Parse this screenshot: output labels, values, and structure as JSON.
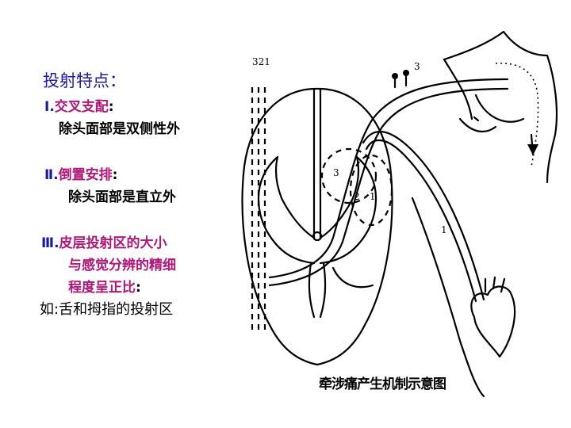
{
  "colors": {
    "title": "#1a1aa8",
    "roman": "#1a1aa8",
    "heading": "#b0157a",
    "body": "#000000"
  },
  "text": {
    "title": "投射特点：",
    "item1": {
      "num": "Ⅰ.",
      "heading": "交叉支配",
      "colon": ":",
      "body": "除头面部是双侧性外"
    },
    "item2": {
      "num": "Ⅱ.",
      "heading": "倒置安排",
      "colon": ":",
      "body": "除头面部是直立外"
    },
    "item3": {
      "num": "Ⅲ.",
      "heading_line1": "皮层投射区的大小",
      "heading_line2": "与感觉分辨的精细",
      "heading_line3": "程度呈正比",
      "colon": ":"
    },
    "example": {
      "prefix": "如",
      "colon": ":",
      "body": "舌和拇指的投射区"
    }
  },
  "diagram": {
    "labels": {
      "top_left": "321",
      "top_right": "3",
      "inner_left": "3",
      "inner_mid": "2",
      "inner_right": "1",
      "lower": "1"
    },
    "caption": "牵涉痛产生机制示意图"
  }
}
